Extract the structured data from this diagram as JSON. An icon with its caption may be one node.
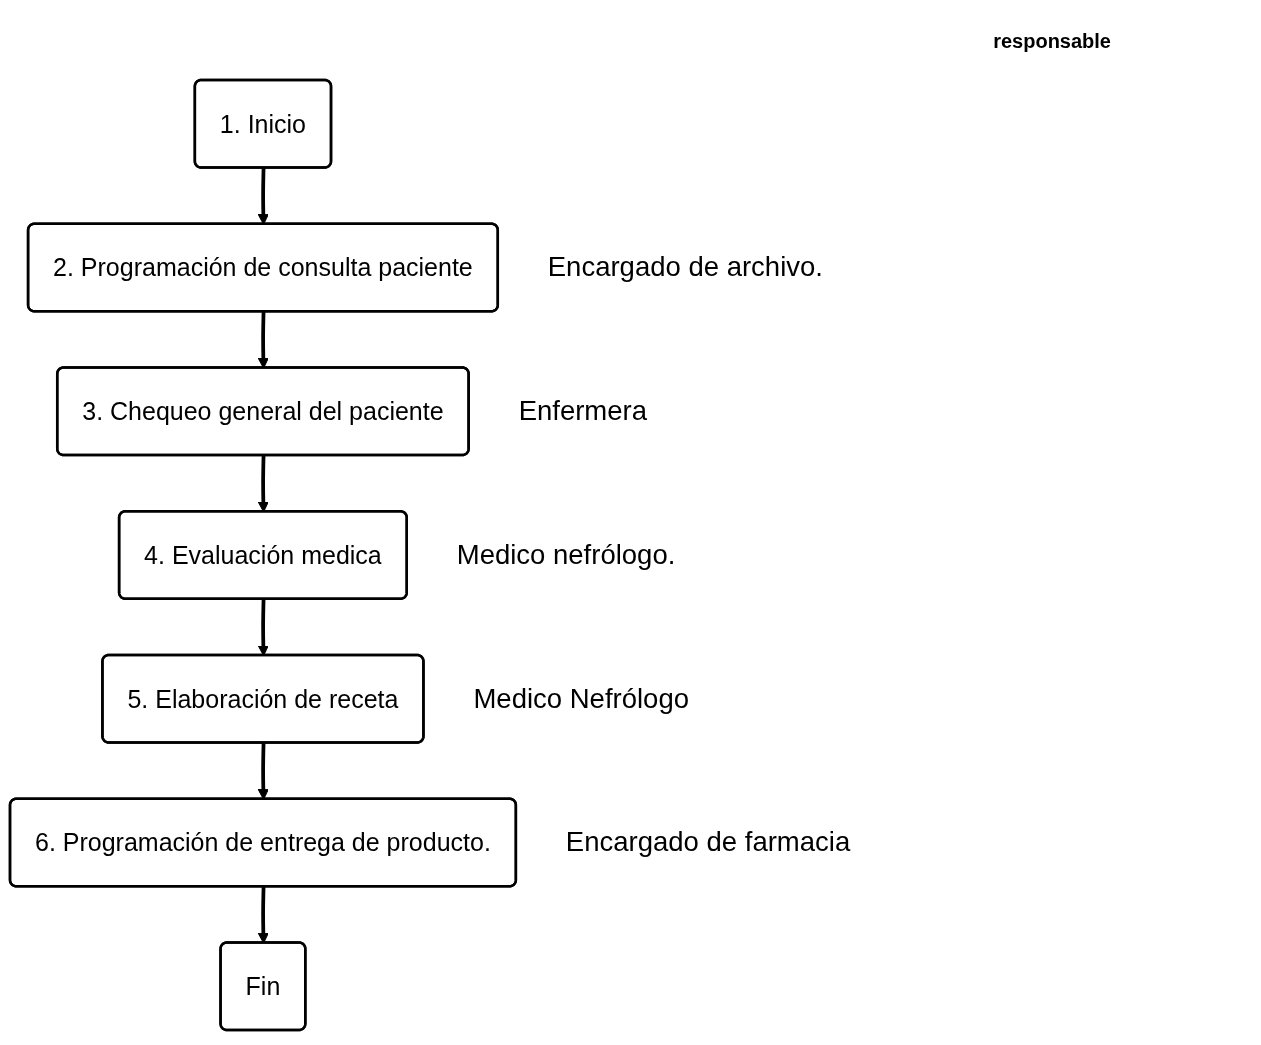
{
  "diagram": {
    "nodes": [
      {
        "text": [
          "1. Inicio"
        ]
      },
      {
        "text": [
          "2. Programación de consulta paciente"
        ],
        "beside": [
          "Encargado de archivo."
        ]
      },
      {
        "text": [
          "3. Chequeo general del paciente"
        ],
        "beside": [
          "Enfermera"
        ]
      },
      {
        "text": [
          "4. Evaluación medica"
        ],
        "beside": [
          "Medico nefrólogo."
        ]
      },
      {
        "text": [
          "5. Elaboración de receta"
        ],
        "beside": [
          "Medico Nefrólogo"
        ]
      },
      {
        "text": [
          "6. Programación de entrega de producto."
        ],
        "beside": [
          "Encargado de farmacia"
        ]
      },
      {
        "text": [
          "Fin"
        ]
      }
    ],
    "edges": [
      {
        "from": 0,
        "to": 1,
        "arrow": "to"
      },
      {
        "from": 1,
        "to": 2,
        "arrow": "to"
      },
      {
        "from": 2,
        "to": 3,
        "arrow": "to"
      },
      {
        "from": 3,
        "to": 4,
        "arrow": "to"
      },
      {
        "from": 4,
        "to": 5,
        "arrow": "to"
      },
      {
        "from": 5,
        "to": 6,
        "arrow": "to"
      }
    ],
    "labels": [
      "responsable"
    ]
  }
}
